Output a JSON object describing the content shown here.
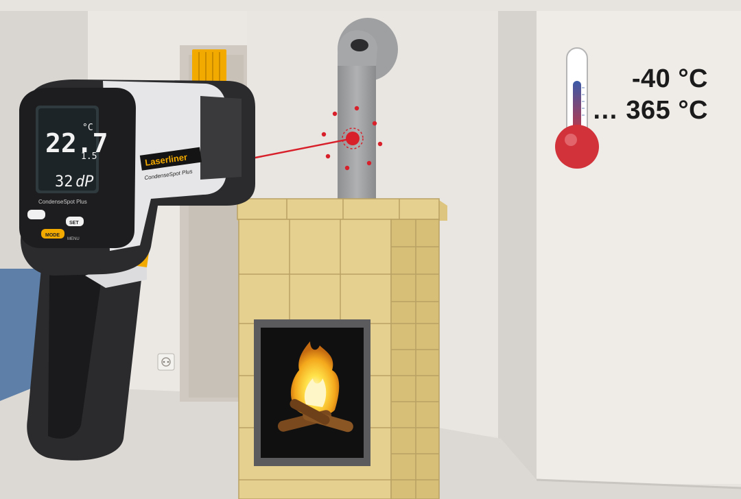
{
  "temperature_range": {
    "min": "-40 °C",
    "max": "… 365 °C"
  },
  "device": {
    "brand": "Laserliner",
    "model": "CondenseSpot Plus",
    "display": {
      "main_reading": "22.7",
      "main_unit": "°C",
      "side_reading": "1.5",
      "secondary_reading": "32",
      "secondary_unit": "dP"
    },
    "buttons": {
      "set": "SET",
      "mode": "MODE",
      "menu": "MENU"
    }
  },
  "colors": {
    "wall": "#e9e6e2",
    "floor": "#dcd8d3",
    "tile": "#e6d08f",
    "laser": "#d8202a",
    "thermometer_bulb": "#d2323a",
    "thermometer_liquid": "#3a5aa8",
    "device_body": "#2b2b2d",
    "device_accent": "#f2a900"
  },
  "icons": [
    "thermometer-icon",
    "laser-spot-icon",
    "fire-icon",
    "power-socket-icon"
  ]
}
